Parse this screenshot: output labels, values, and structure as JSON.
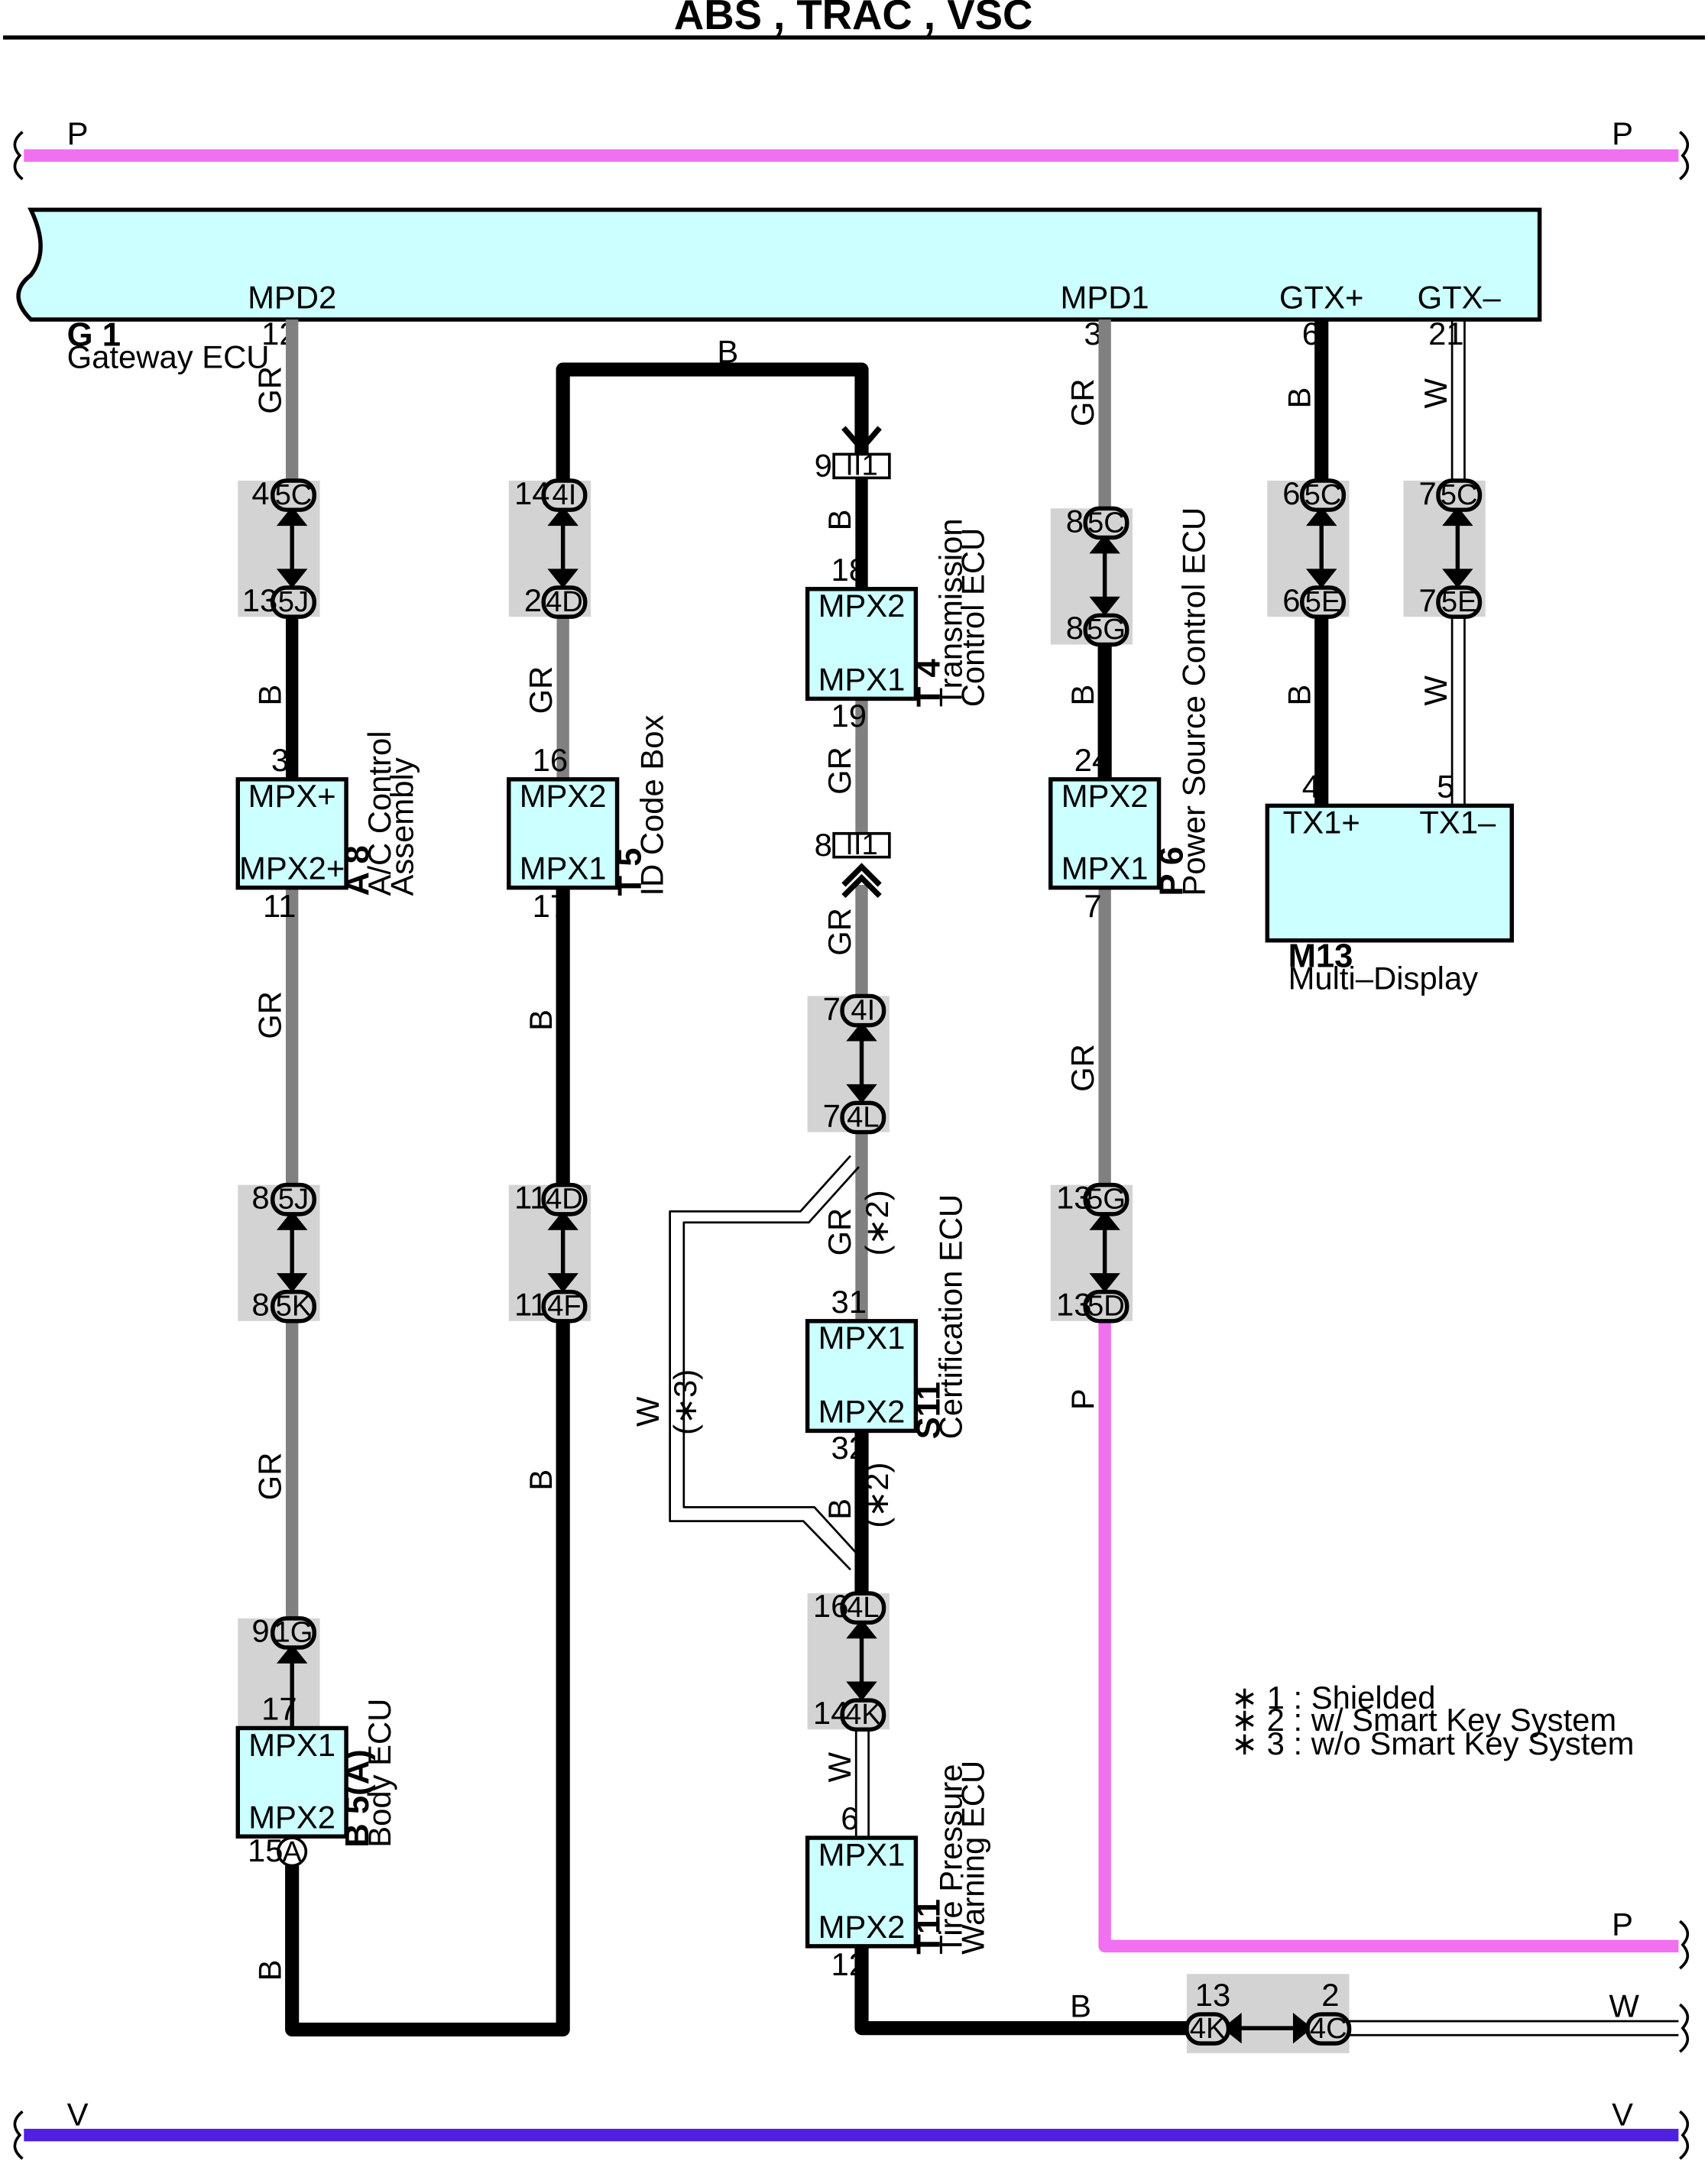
{
  "title": "ABS , TRAC , VSC",
  "buses": [
    {
      "id": "p-top",
      "label": "P",
      "color": "#f070f0"
    },
    {
      "id": "v-bottom",
      "label": "V",
      "color": "#5020e0"
    }
  ],
  "gateway": {
    "code": "G 1",
    "name": "Gateway ECU",
    "terminals": [
      {
        "label": "MPD2",
        "pin": "12"
      },
      {
        "label": "MPD1",
        "pin": "3"
      },
      {
        "label": "GTX+",
        "pin": "6"
      },
      {
        "label": "GTX–",
        "pin": "21"
      }
    ]
  },
  "ecus": [
    {
      "id": "a8",
      "code": "A 8",
      "name": [
        "A/C Control",
        "Assembly"
      ],
      "top": "MPX+",
      "bottom": "MPX2+",
      "pin_top": "3",
      "pin_bottom": "11"
    },
    {
      "id": "t5",
      "code": "T 5",
      "name": [
        "ID Code Box"
      ],
      "top": "MPX2",
      "bottom": "MPX1",
      "pin_top": "16",
      "pin_bottom": "17"
    },
    {
      "id": "t4",
      "code": "T 4",
      "name": [
        "Transmission",
        "Control ECU"
      ],
      "top": "MPX2",
      "bottom": "MPX1",
      "pin_top": "18",
      "pin_bottom": "19"
    },
    {
      "id": "p6",
      "code": "P 6",
      "name": [
        "Power Source Control ECU"
      ],
      "top": "MPX2",
      "bottom": "MPX1",
      "pin_top": "24",
      "pin_bottom": "7"
    },
    {
      "id": "m13",
      "code": "M13",
      "name": [
        "Multi–Display"
      ],
      "top": "TX1+",
      "top2": "TX1–",
      "pin_top": "4",
      "pin_top2": "5"
    },
    {
      "id": "s11",
      "code": "S11",
      "name": [
        "Certification ECU"
      ],
      "top": "MPX1",
      "bottom": "MPX2",
      "pin_top": "31",
      "pin_bottom": "32"
    },
    {
      "id": "b5",
      "code": "B 5(A)",
      "name": [
        "Body ECU"
      ],
      "top": "MPX1",
      "bottom": "MPX2",
      "pin_top": "17",
      "pin_bottom": "15",
      "bottom_connector": "A"
    },
    {
      "id": "t11",
      "code": "T11",
      "name": [
        "Tire Pressure",
        "Warning ECU"
      ],
      "top": "MPX1",
      "bottom": "MPX2",
      "pin_top": "6",
      "pin_bottom": "12"
    }
  ],
  "connectors": {
    "c1": {
      "top": "5C",
      "bottom": "5J",
      "pin_top": "4",
      "pin_bottom": "13"
    },
    "c2": {
      "top": "5J",
      "bottom": "5K",
      "pin_top": "8",
      "pin_bottom": "8"
    },
    "c3": {
      "top": "1G",
      "pin_top": "9"
    },
    "c4": {
      "top": "4I",
      "bottom": "4D",
      "pin_top": "14",
      "pin_bottom": "2"
    },
    "c5": {
      "top": "4D",
      "bottom": "4F",
      "pin_top": "11",
      "pin_bottom": "11"
    },
    "c6": {
      "top": "4I",
      "bottom": "4L",
      "pin_top": "7",
      "pin_bottom": "7"
    },
    "c7": {
      "top": "4L",
      "bottom": "4K",
      "pin_top": "16",
      "pin_bottom": "14"
    },
    "c8": {
      "top": "5C",
      "bottom": "5G",
      "pin_top": "8",
      "pin_bottom": "8"
    },
    "c9": {
      "top": "5G",
      "bottom": "5D",
      "pin_top": "13",
      "pin_bottom": "13"
    },
    "c10": {
      "top": "5C",
      "bottom": "5E",
      "pin_top": "6",
      "pin_bottom": "6"
    },
    "c11": {
      "top": "5C",
      "bottom": "5E",
      "pin_top": "7",
      "pin_bottom": "7"
    },
    "c12": {
      "left": "4K",
      "right": "4C",
      "pin_left": "13",
      "pin_right": "2"
    },
    "ii_top": {
      "label": "II1",
      "pin": "9"
    },
    "ii_bot": {
      "label": "II1",
      "pin": "8"
    }
  },
  "wire_colors": {
    "gr": "GR",
    "b": "B",
    "w": "W",
    "p": "P"
  },
  "notes": {
    "shielded": "(∗2)",
    "wo_smart": "(∗3)"
  },
  "legend": [
    "∗ 1 : Shielded",
    "∗ 2 : w/ Smart Key System",
    "∗ 3 : w/o Smart Key System"
  ],
  "colors": {
    "ecu_fill": "#ccffff",
    "connector_bg": "#d3d3d3",
    "gr_wire": "#808080",
    "b_wire": "#000000"
  }
}
